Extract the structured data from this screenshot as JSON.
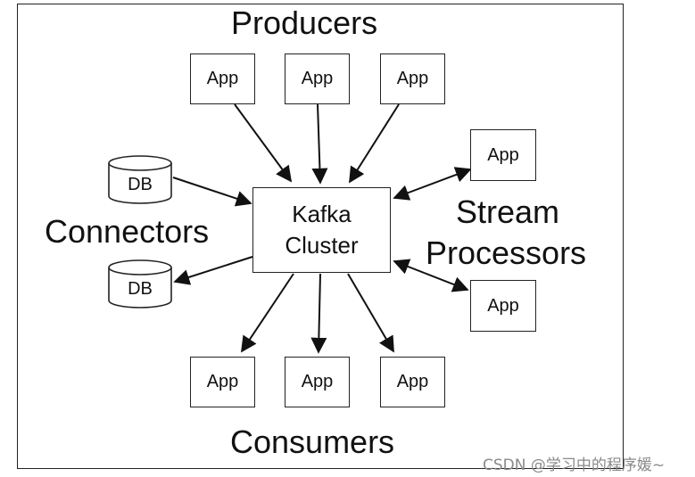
{
  "titles": {
    "producers": "Producers",
    "consumers": "Consumers",
    "connectors": "Connectors",
    "stream_line1": "Stream",
    "stream_line2": "Processors"
  },
  "kafka": {
    "line1": "Kafka",
    "line2": "Cluster"
  },
  "producers": [
    "App",
    "App",
    "App"
  ],
  "consumers": [
    "App",
    "App",
    "App"
  ],
  "stream_apps": [
    "App",
    "App"
  ],
  "databases": [
    "DB",
    "DB"
  ],
  "watermark": "CSDN @学习中的程序媛~"
}
